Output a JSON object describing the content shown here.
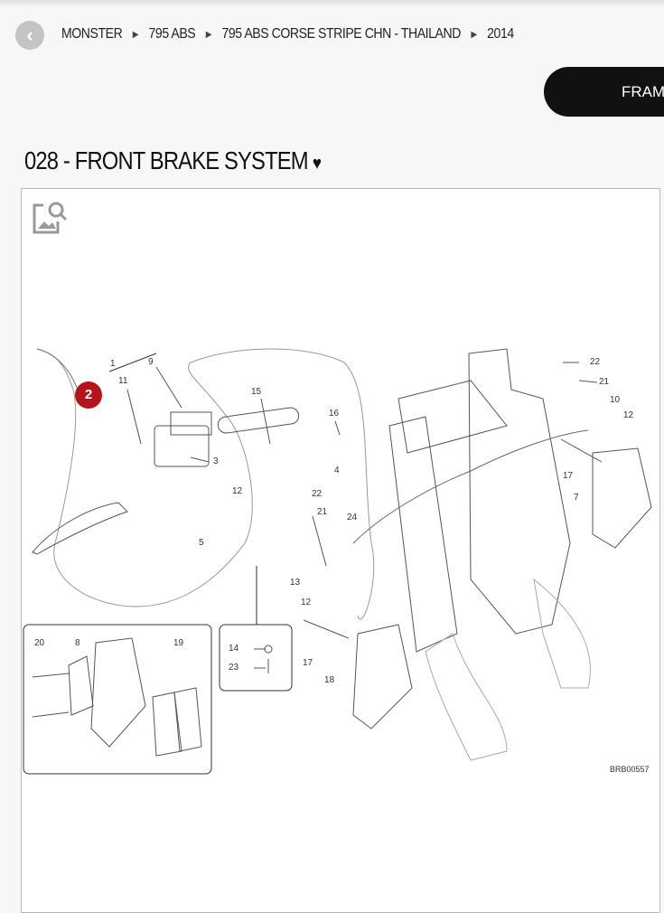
{
  "breadcrumb": {
    "items": [
      "MONSTER",
      "795 ABS",
      "795 ABS CORSE STRIPE CHN - THAILAND",
      "2014"
    ]
  },
  "frame_button": "FRAM",
  "page_title": "028 - FRONT BRAKE SYSTEM",
  "diagram": {
    "selected_part": "2",
    "code": "BRB00557",
    "labels": [
      "1",
      "9",
      "11",
      "3",
      "12",
      "15",
      "16",
      "4",
      "5",
      "22",
      "21",
      "24",
      "13",
      "12",
      "17",
      "18",
      "22",
      "21",
      "10",
      "12",
      "17",
      "7",
      "20",
      "8",
      "19",
      "14",
      "23"
    ]
  },
  "colors": {
    "accent": "#b5141b",
    "button": "#111111"
  }
}
